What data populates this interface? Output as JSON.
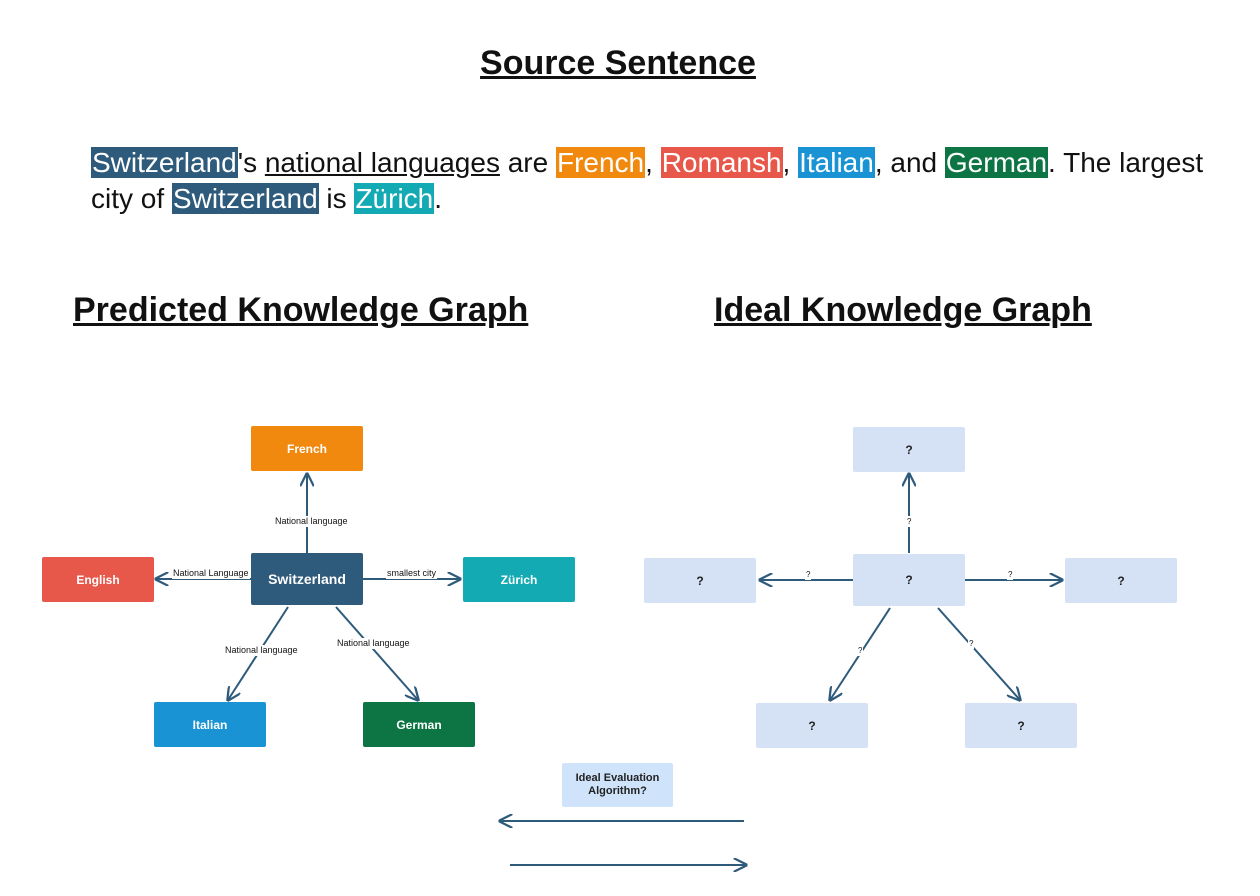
{
  "title": "Source Sentence",
  "sentence": {
    "switzerland_1": "Switzerland",
    "t1": "'s ",
    "national_languages": "national languages",
    "t2": " are ",
    "french": "French",
    "c1": ", ",
    "romansh": "Romansh",
    "c2": ", ",
    "italian": "Italian",
    "t3": ", and ",
    "german": "German",
    "t4": ". The largest city of ",
    "switzerland_2": "Switzerland",
    "t5": " is ",
    "zurich": "Zürich",
    "t6": "."
  },
  "colors": {
    "switzerland": "#2e5a7b",
    "french": "#f0890e",
    "romansh": "#e7574a",
    "italian": "#1a93d5",
    "german": "#0c7543",
    "zurich": "#14aab4",
    "ideal_node": "#d5e2f5",
    "edge": "#2e5a7b"
  },
  "predicted": {
    "heading": "Predicted Knowledge Graph",
    "nodes": {
      "center": "Switzerland",
      "top": "French",
      "left": "English",
      "right": "Zürich",
      "bottom_left": "Italian",
      "bottom_right": "German"
    },
    "edges": {
      "top": "National language",
      "left": "National Language",
      "right": "smallest city",
      "bottom_left": "National language",
      "bottom_right": "National language"
    }
  },
  "ideal": {
    "heading": "Ideal Knowledge Graph",
    "nodes": {
      "center": "?",
      "top": "?",
      "left": "?",
      "right": "?",
      "bottom_left": "?",
      "bottom_right": "?"
    },
    "edges": {
      "top": "?",
      "left": "?",
      "right": "?",
      "bottom_left": "?",
      "bottom_right": "?"
    }
  },
  "algorithm": {
    "line1": "Ideal Evaluation",
    "line2": "Algorithm?"
  }
}
